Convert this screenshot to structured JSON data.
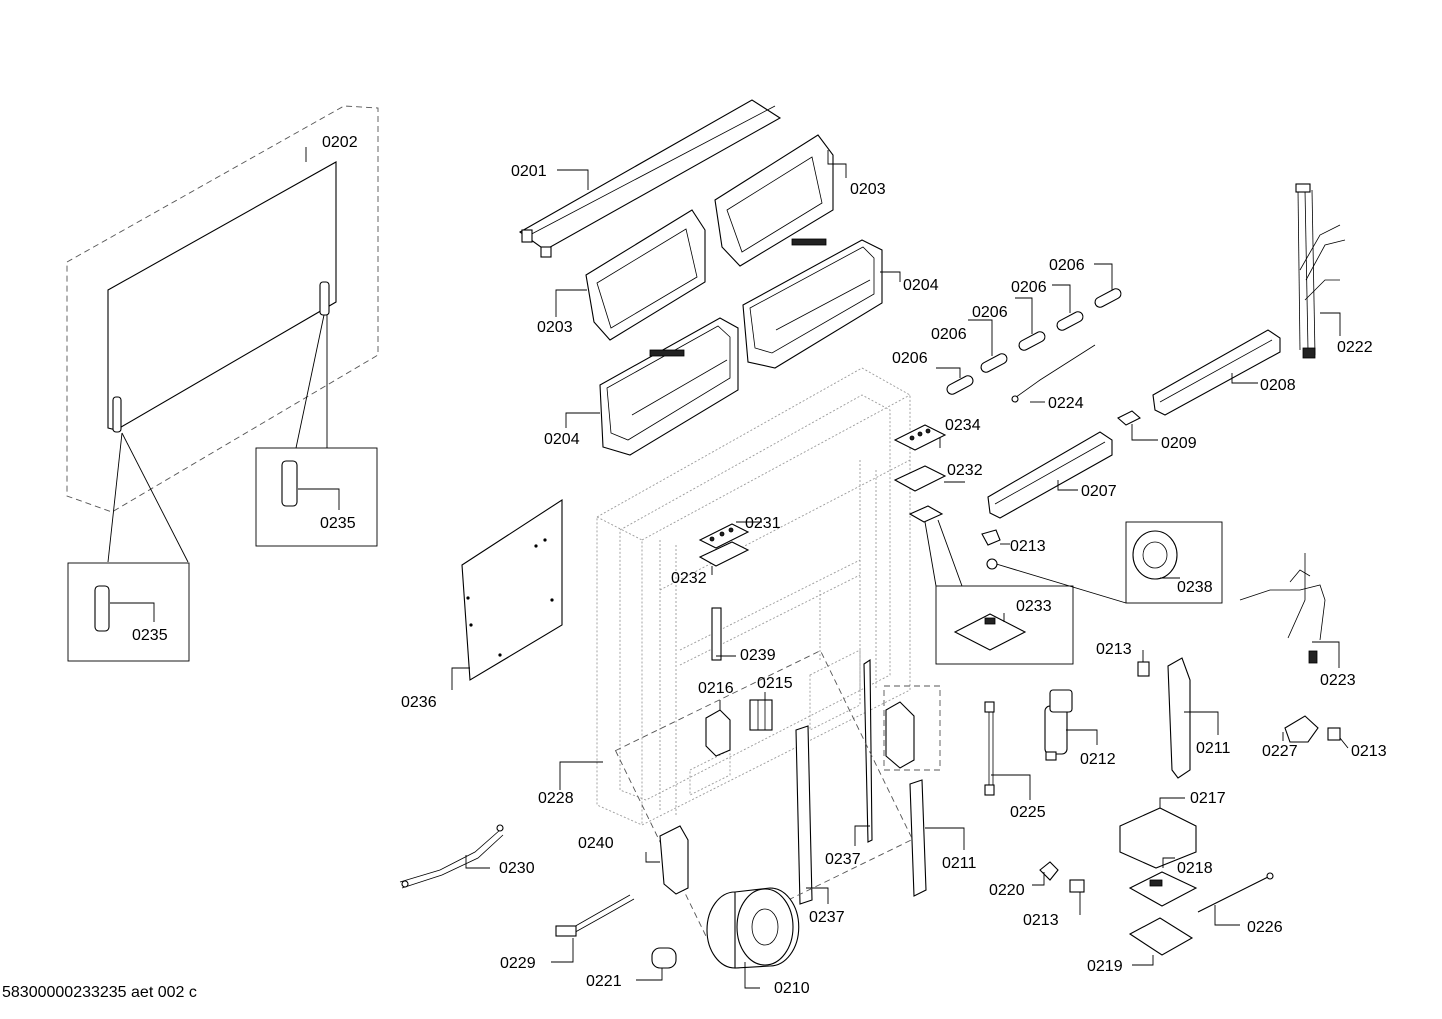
{
  "footer": {
    "drawing_id": "58300000233235 aet 002 c"
  },
  "parts": {
    "p0201": "0201",
    "p0202": "0202",
    "p0203": "0203",
    "p0204": "0204",
    "p0206": "0206",
    "p0207": "0207",
    "p0208": "0208",
    "p0209": "0209",
    "p0210": "0210",
    "p0211": "0211",
    "p0212": "0212",
    "p0213": "0213",
    "p0215": "0215",
    "p0216": "0216",
    "p0217": "0217",
    "p0218": "0218",
    "p0219": "0219",
    "p0220": "0220",
    "p0221": "0221",
    "p0222": "0222",
    "p0223": "0223",
    "p0224": "0224",
    "p0225": "0225",
    "p0226": "0226",
    "p0227": "0227",
    "p0228": "0228",
    "p0229": "0229",
    "p0230": "0230",
    "p0231": "0231",
    "p0232": "0232",
    "p0233": "0233",
    "p0234": "0234",
    "p0235": "0235",
    "p0236": "0236",
    "p0237": "0237",
    "p0238": "0238",
    "p0239": "0239",
    "p0240": "0240"
  }
}
